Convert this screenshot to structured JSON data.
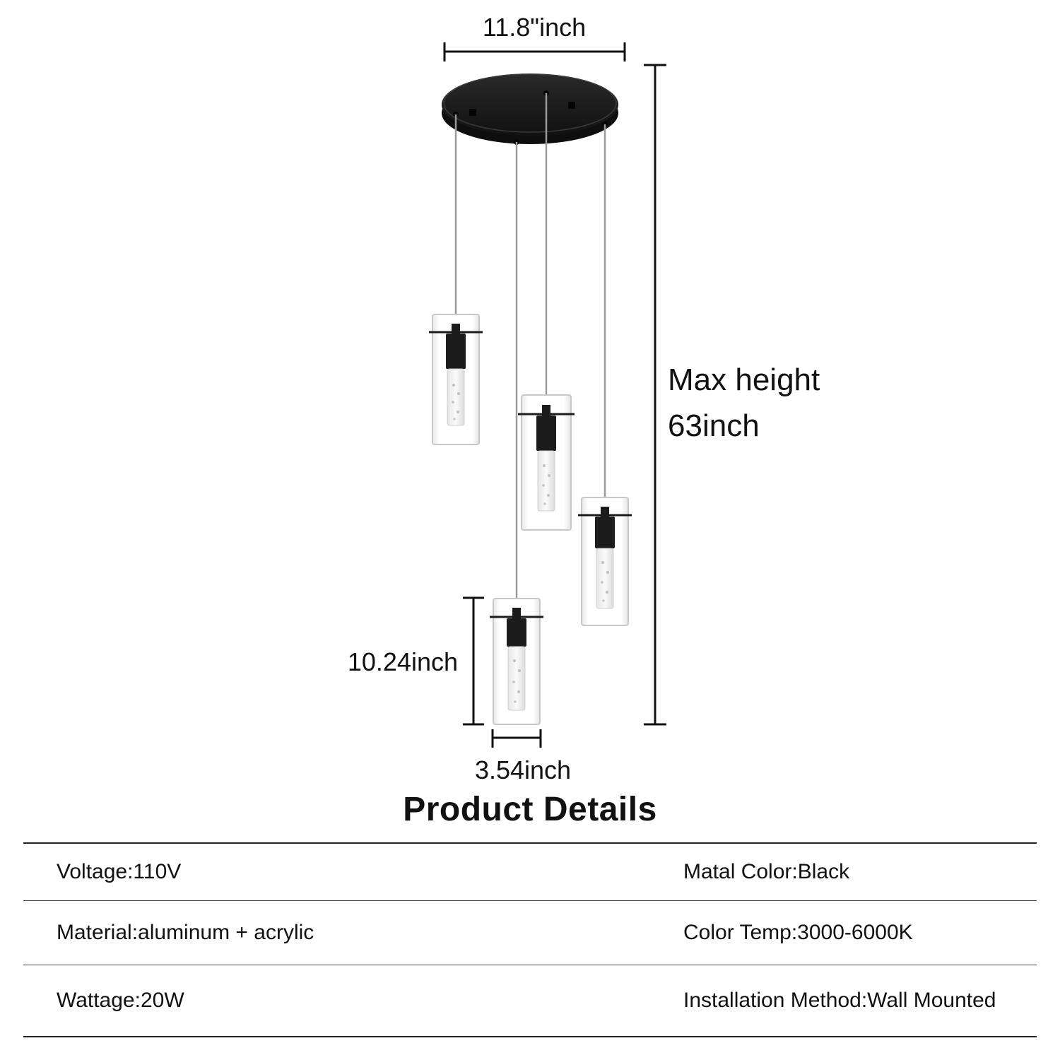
{
  "dimensions": {
    "canopy_width": "11.8\"inch",
    "max_height_line1": "Max height",
    "max_height_line2": "63inch",
    "shade_height": "10.24inch",
    "shade_width": "3.54inch"
  },
  "colors": {
    "metal": "#1c1c1c",
    "wire": "#9a9a9a",
    "glass_edge": "#c8c8c8",
    "dimension_line": "#111111"
  },
  "product_details": {
    "title": "Product Details",
    "rows": [
      {
        "left": "Voltage:110V",
        "right": "Matal Color:Black"
      },
      {
        "left": "Material:aluminum + acrylic",
        "right": "Color Temp:3000-6000K"
      },
      {
        "left": "Wattage:20W",
        "right": "Installation Method:Wall Mounted"
      }
    ]
  }
}
